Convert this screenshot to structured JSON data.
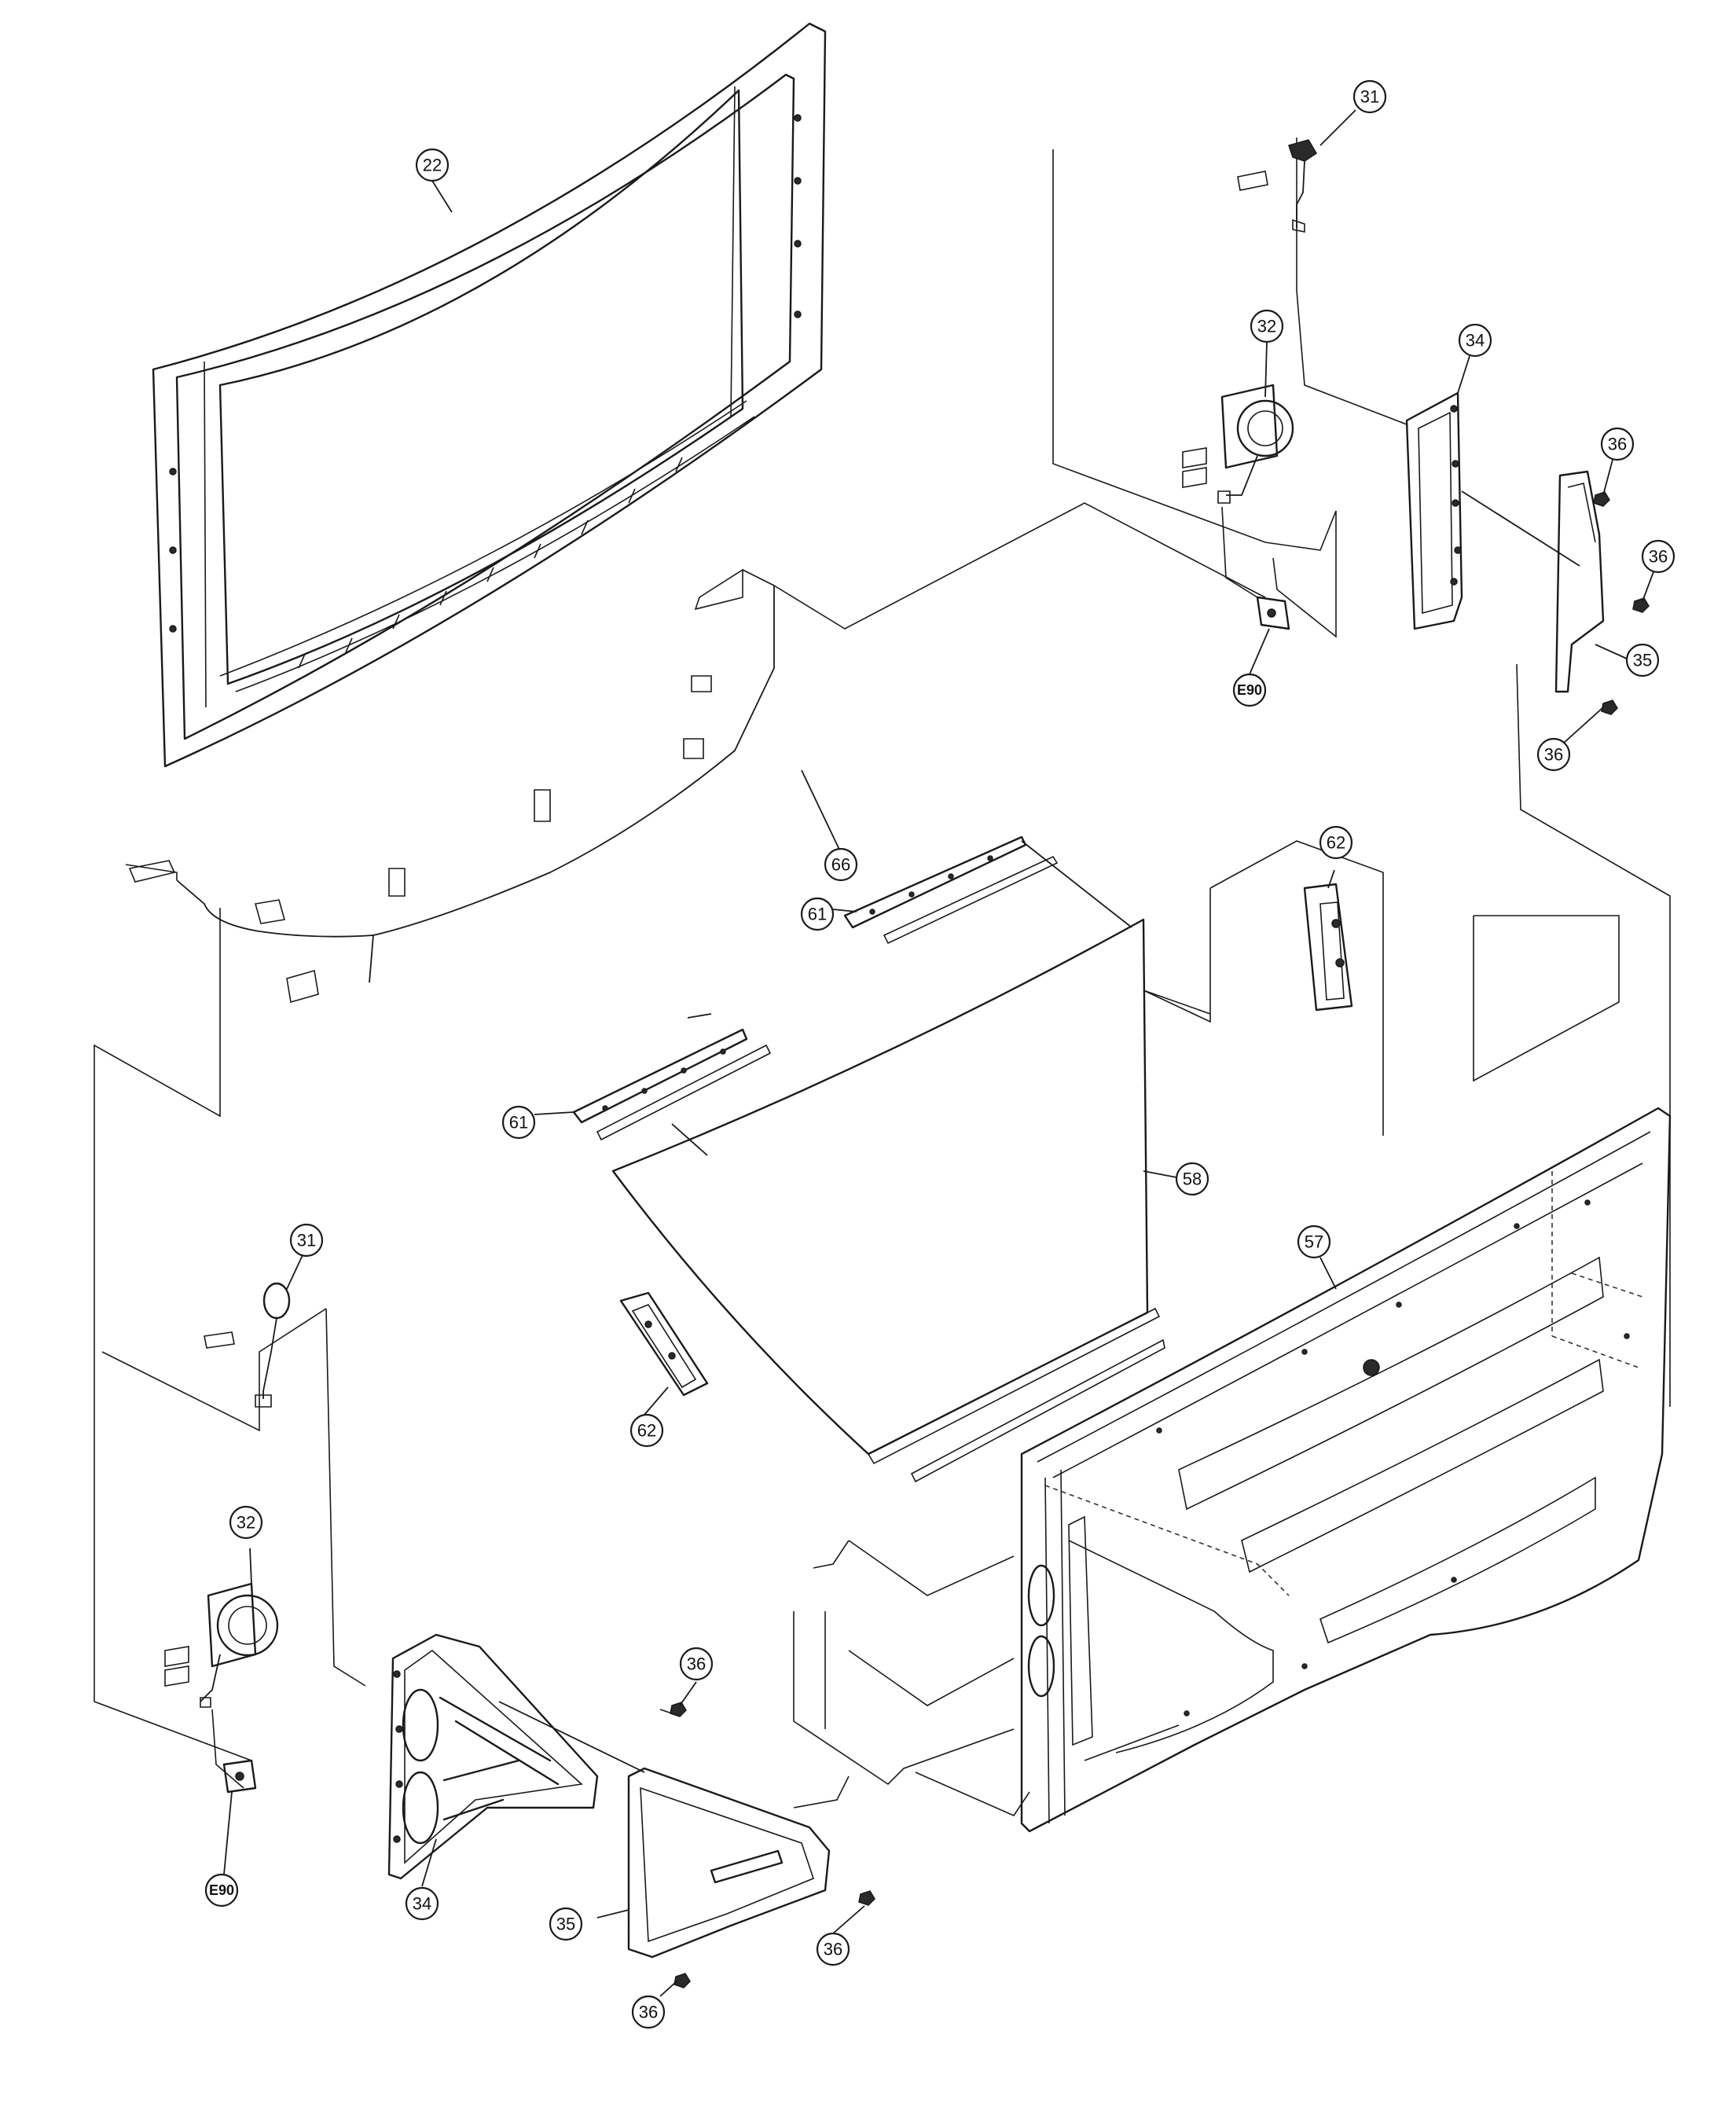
{
  "callouts": [
    {
      "id": "c22",
      "label": "22"
    },
    {
      "id": "c31a",
      "label": "31"
    },
    {
      "id": "c32a",
      "label": "32"
    },
    {
      "id": "c34a",
      "label": "34"
    },
    {
      "id": "c36a",
      "label": "36"
    },
    {
      "id": "c36b",
      "label": "36"
    },
    {
      "id": "c35a",
      "label": "35"
    },
    {
      "id": "c36c",
      "label": "36"
    },
    {
      "id": "cE90a",
      "label": "E90"
    },
    {
      "id": "c66",
      "label": "66"
    },
    {
      "id": "c62a",
      "label": "62"
    },
    {
      "id": "c61a",
      "label": "61"
    },
    {
      "id": "c61b",
      "label": "61"
    },
    {
      "id": "c58",
      "label": "58"
    },
    {
      "id": "c57",
      "label": "57"
    },
    {
      "id": "c31b",
      "label": "31"
    },
    {
      "id": "c62b",
      "label": "62"
    },
    {
      "id": "c32b",
      "label": "32"
    },
    {
      "id": "c36d",
      "label": "36"
    },
    {
      "id": "cE90b",
      "label": "E90"
    },
    {
      "id": "c34b",
      "label": "34"
    },
    {
      "id": "c35b",
      "label": "35"
    },
    {
      "id": "c36e",
      "label": "36"
    },
    {
      "id": "c36f",
      "label": "36"
    }
  ]
}
